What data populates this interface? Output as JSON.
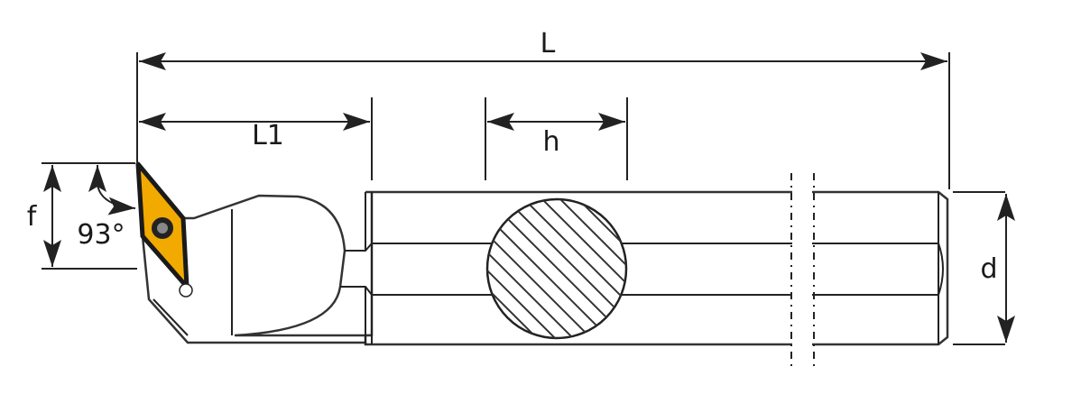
{
  "labels": {
    "L": "L",
    "L1": "L1",
    "h": "h",
    "f": "f",
    "angle": "93°",
    "d": "d"
  },
  "colors": {
    "insert": "#f2a900",
    "line": "#222222"
  }
}
